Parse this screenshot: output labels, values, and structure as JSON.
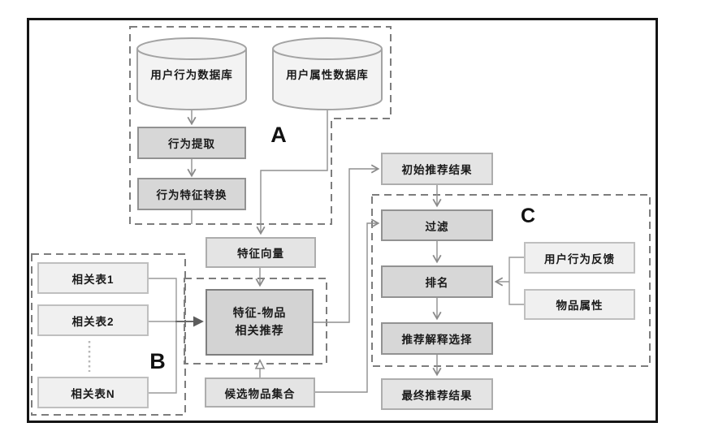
{
  "diagram": {
    "title_visible": "",
    "regions": {
      "a": "A",
      "b": "B",
      "c": "C"
    },
    "nodes": {
      "db_user_behavior": "用户行为数据库",
      "db_user_attribute": "用户属性数据库",
      "behavior_extract": "行为提取",
      "behavior_feature_transform": "行为特征转换",
      "feature_vector": "特征向量",
      "related_table_1": "相关表1",
      "related_table_2": "相关表2",
      "related_table_n": "相关表N",
      "feature_item_line1": "特征-物品",
      "feature_item_line2": "相关推荐",
      "candidate_item_set": "候选物品集合",
      "initial_results": "初始推荐结果",
      "filter": "过滤",
      "ranking": "排名",
      "explanation_selection": "推荐解释选择",
      "final_results": "最终推荐结果",
      "user_behavior_feedback": "用户行为反馈",
      "item_attributes": "物品属性"
    },
    "colors": {
      "frame": "#141414",
      "dashed_region": "#7d7d7d",
      "connector": "#8f8f8f",
      "mid_box_fill": "#d7d7d7",
      "light_box_fill": "#e4e4e4",
      "pale_box_fill": "#f0f0f0",
      "core_box_fill": "#d3d3d3"
    }
  }
}
